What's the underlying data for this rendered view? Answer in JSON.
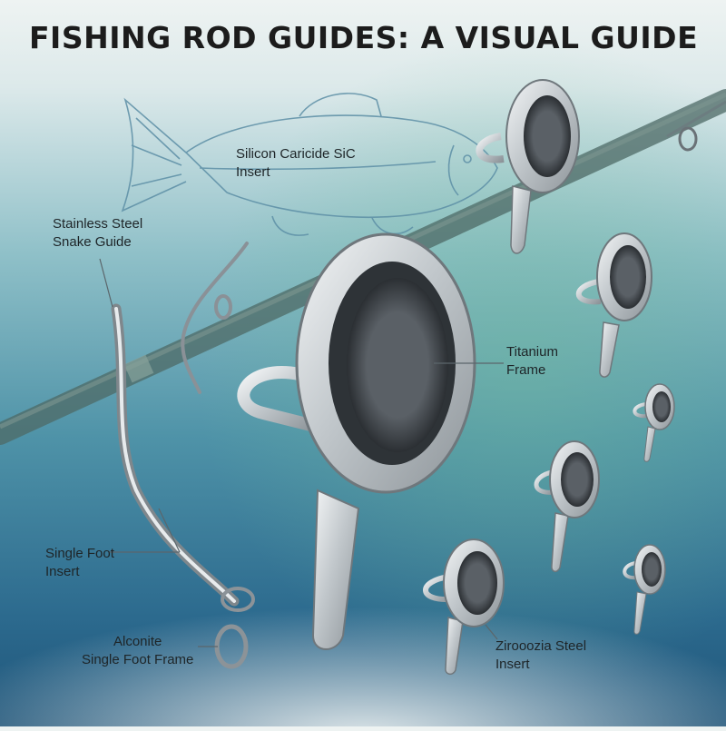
{
  "title": "FISHING ROD GUIDES: A VISUAL GUIDE",
  "labels": {
    "sic_insert": {
      "line1": "Silicon Caricide SiC",
      "line2": "Insert"
    },
    "snake_guide": {
      "line1": "Stainless Steel",
      "line2": "Snake Guide"
    },
    "titanium": {
      "line1": "Titanium",
      "line2": "Frame"
    },
    "single_foot": {
      "line1": "Single Foot",
      "line2": "Insert"
    },
    "alconite": {
      "line1": "Alconite",
      "line2": "Single Foot Frame"
    },
    "zirconia": {
      "line1": "Zirooozia Steel",
      "line2": "Insert"
    }
  },
  "colors": {
    "background_top": "#eef3f2",
    "water_blue": "#2f6f95",
    "water_green": "#5aa6a0",
    "metal": "#c9ced2",
    "insert": "#3a3e42",
    "rod": "#5d7670"
  }
}
